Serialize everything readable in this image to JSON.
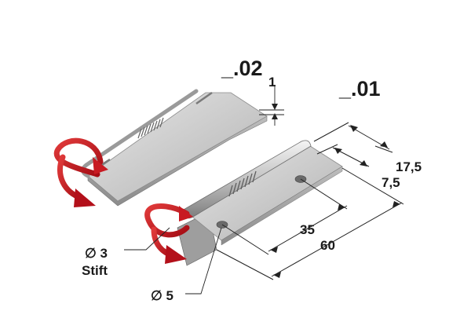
{
  "labels": {
    "variant_02": "_.02",
    "variant_01": "_.01",
    "thickness": "1",
    "dim_17_5": "17,5",
    "dim_7_5": "7,5",
    "dim_35": "35",
    "dim_60": "60",
    "pin_diameter": "∅ 3",
    "pin_word": "Stift",
    "hole_diameter": "∅ 5"
  },
  "colors": {
    "metal_light": "#d8d8d8",
    "metal_mid": "#b9b9b9",
    "metal_dark": "#8f8f8f",
    "arrow_red": "#c8141e"
  }
}
